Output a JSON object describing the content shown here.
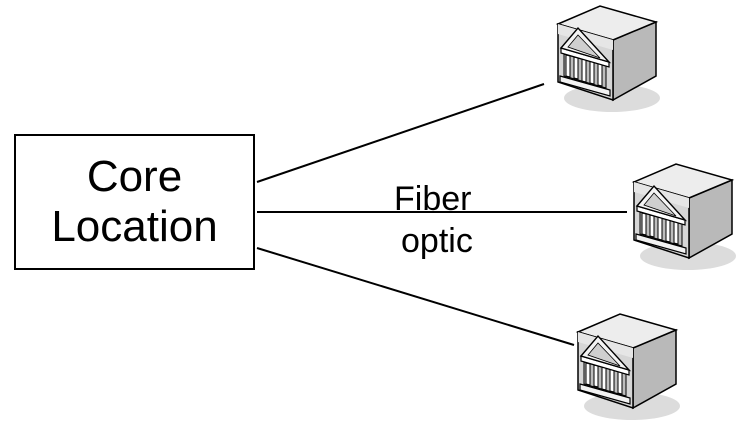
{
  "core": {
    "line1": "Core",
    "line2": "Location"
  },
  "link_label": {
    "line1": "Fiber",
    "line2": "optic"
  },
  "nodes": [
    {
      "icon": "bank-building-icon"
    },
    {
      "icon": "bank-building-icon"
    },
    {
      "icon": "bank-building-icon"
    }
  ],
  "colors": {
    "line": "#000000",
    "building_light": "#eaeaea",
    "building_mid": "#c8c8c8",
    "building_dark": "#9a9a9a",
    "shadow": "#d9d9d9"
  }
}
